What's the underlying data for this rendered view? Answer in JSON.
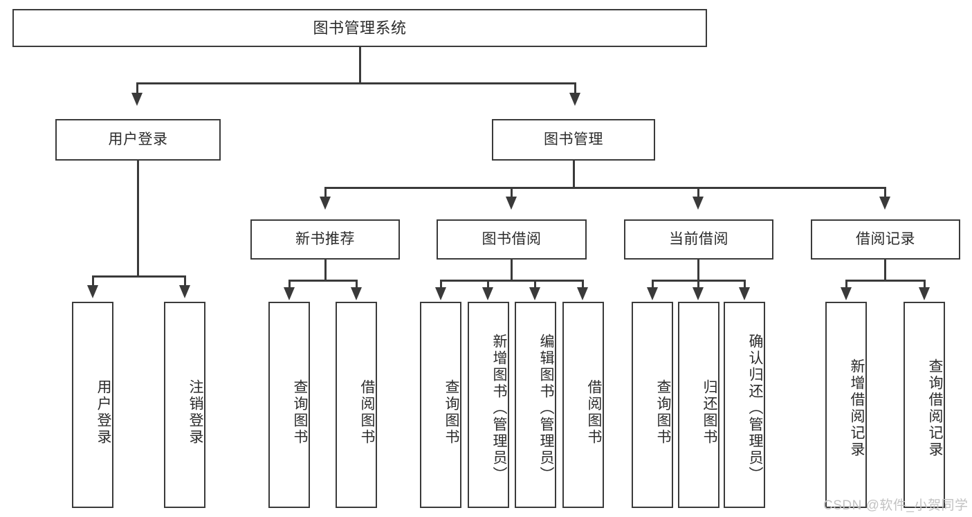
{
  "diagram": {
    "title": "图书管理系统",
    "type": "tree-hierarchy-chart",
    "watermark": "CSDN @软件_小贺同学",
    "colors": {
      "stroke": "#3a3a3a",
      "box_fill": "#ffffff",
      "text": "#2b2b2b",
      "background": "#ffffff",
      "watermark": "#c2c2c2"
    },
    "levels": {
      "root": {
        "label": "图书管理系统"
      },
      "level2": [
        {
          "label": "用户登录"
        },
        {
          "label": "图书管理"
        }
      ],
      "level3": [
        {
          "label": "新书推荐"
        },
        {
          "label": "图书借阅"
        },
        {
          "label": "当前借阅"
        },
        {
          "label": "借阅记录"
        }
      ],
      "leaves": {
        "user_login": [
          {
            "label": "用户登录"
          },
          {
            "label": "注销登录"
          }
        ],
        "new_book": [
          {
            "label": "查询图书"
          },
          {
            "label": "借阅图书"
          }
        ],
        "book_borrow": [
          {
            "label": "查询图书"
          },
          {
            "label": "新增图书（管理员）"
          },
          {
            "label": "编辑图书（管理员）"
          },
          {
            "label": "借阅图书"
          }
        ],
        "current_borrow": [
          {
            "label": "查询图书"
          },
          {
            "label": "归还图书"
          },
          {
            "label": "确认归还（管理员）"
          }
        ],
        "borrow_record": [
          {
            "label": "新增借阅记录"
          },
          {
            "label": "查询借阅记录"
          }
        ]
      }
    }
  }
}
